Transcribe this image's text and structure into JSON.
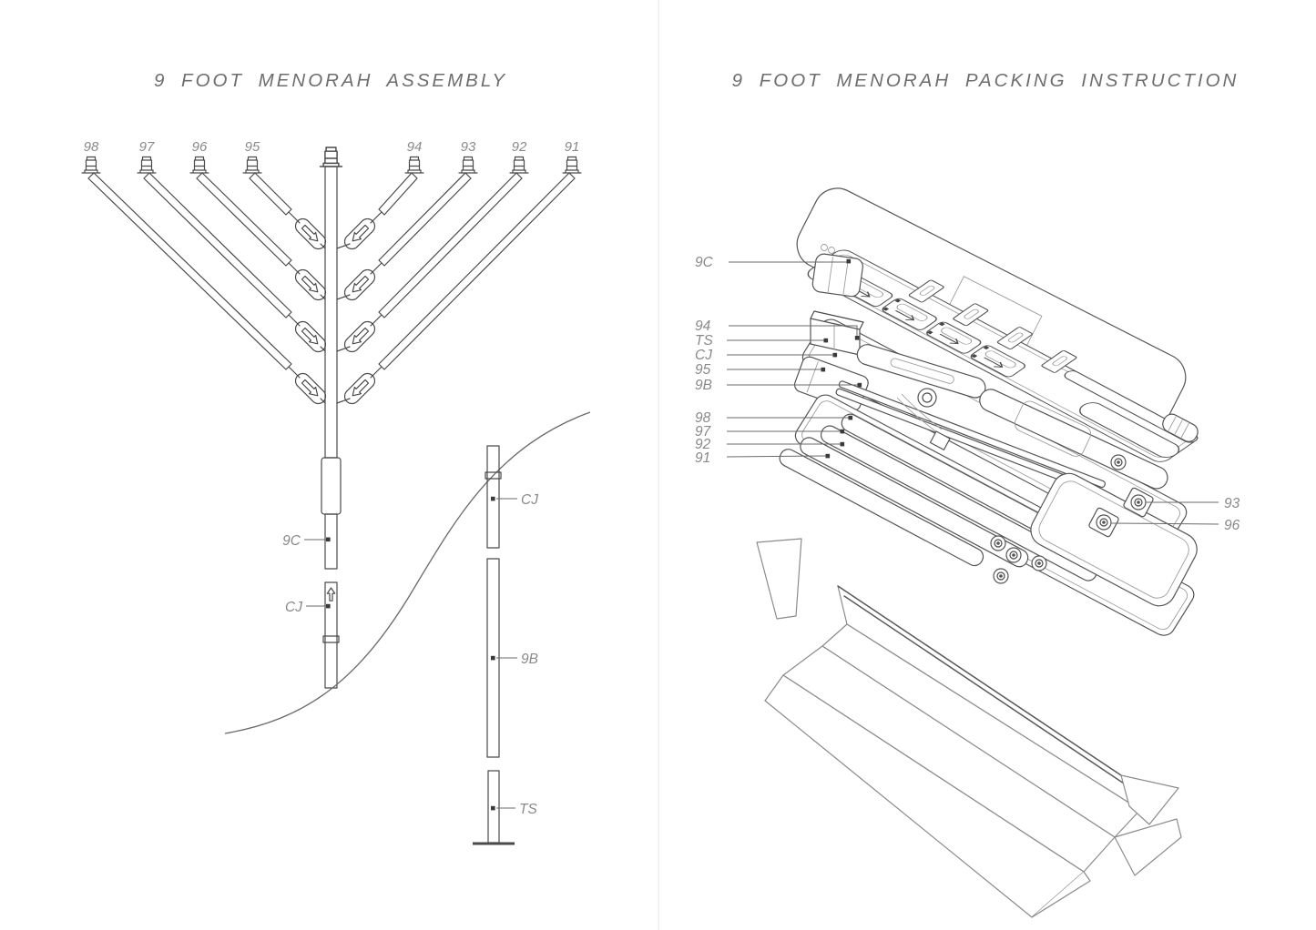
{
  "colors": {
    "background": "#ffffff",
    "divider": "#ededed",
    "line": "#4a4a4a",
    "line_light": "#8b8b8b",
    "label": "#8a8a8a",
    "title": "#6e6e6e"
  },
  "left_panel": {
    "title": "9 FOOT MENORAH ASSEMBLY",
    "branch_labels": [
      "98",
      "97",
      "96",
      "95",
      "94",
      "93",
      "92",
      "91"
    ],
    "callout_9c": "9C",
    "callout_cj_pole": "CJ",
    "callout_cj_part": "CJ",
    "callout_9b": "9B",
    "callout_ts": "TS"
  },
  "right_panel": {
    "title": "9 FOOT MENORAH PACKING INSTRUCTION",
    "callouts_left": [
      "9C",
      "94",
      "TS",
      "CJ",
      "95",
      "9B",
      "98",
      "97",
      "92",
      "91"
    ],
    "callouts_right": [
      "93",
      "96"
    ]
  }
}
